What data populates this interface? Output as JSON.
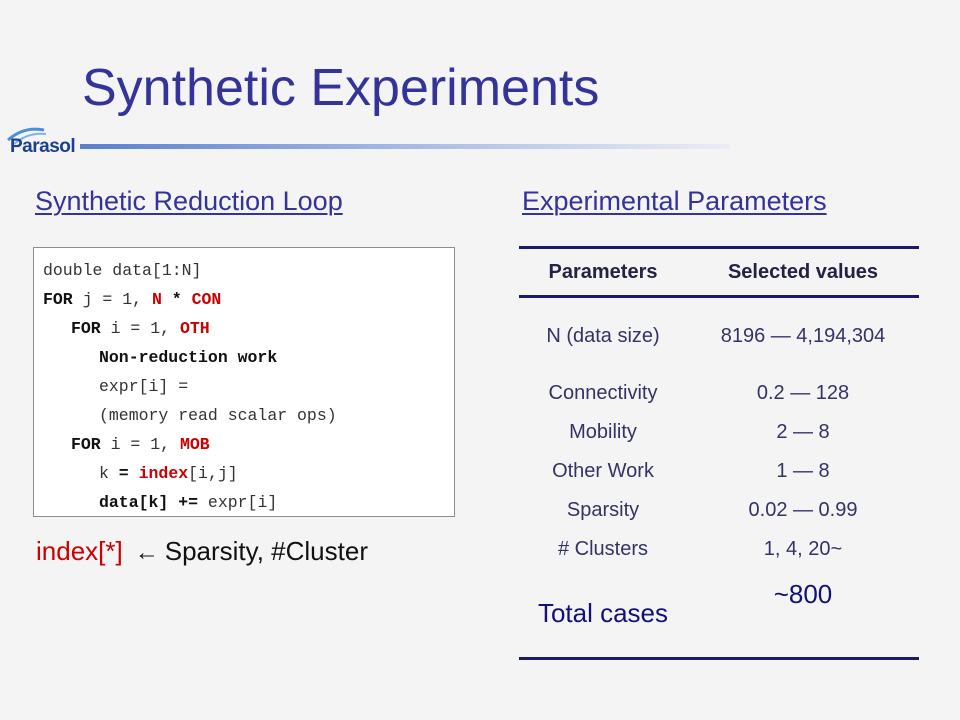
{
  "slide": {
    "title": "Synthetic Experiments",
    "logo_text": "Parasol"
  },
  "left": {
    "heading": "Synthetic Reduction Loop",
    "code_lines": [
      "double data[1:N]",
      "FOR j = 1, N * CON",
      "FOR i = 1, OTH",
      "Non-reduction work",
      "expr[i] =",
      "(memory read scalar ops)",
      "FOR i = 1, MOB",
      "k = index[i,j]",
      "data[k] += expr[i]"
    ],
    "note": {
      "red_part": "index[*]",
      "arrow": "←",
      "rest": "Sparsity, #Cluster"
    }
  },
  "right": {
    "heading": "Experimental Parameters",
    "table": {
      "headers": [
        "Parameters",
        "Selected values"
      ],
      "rows": [
        [
          "N (data size)",
          "8196 — 4,194,304"
        ],
        [
          "Connectivity",
          "0.2 — 128"
        ],
        [
          "Mobility",
          "2 — 8"
        ],
        [
          "Other Work",
          "1 — 8"
        ],
        [
          "Sparsity",
          "0.02 — 0.99"
        ],
        [
          "# Clusters",
          "1, 4, 20~"
        ],
        [
          "Total cases",
          "~800"
        ]
      ]
    }
  },
  "colors": {
    "title": "#333399",
    "emphasis": "#cc0000",
    "table_rule": "#1a1a66"
  }
}
